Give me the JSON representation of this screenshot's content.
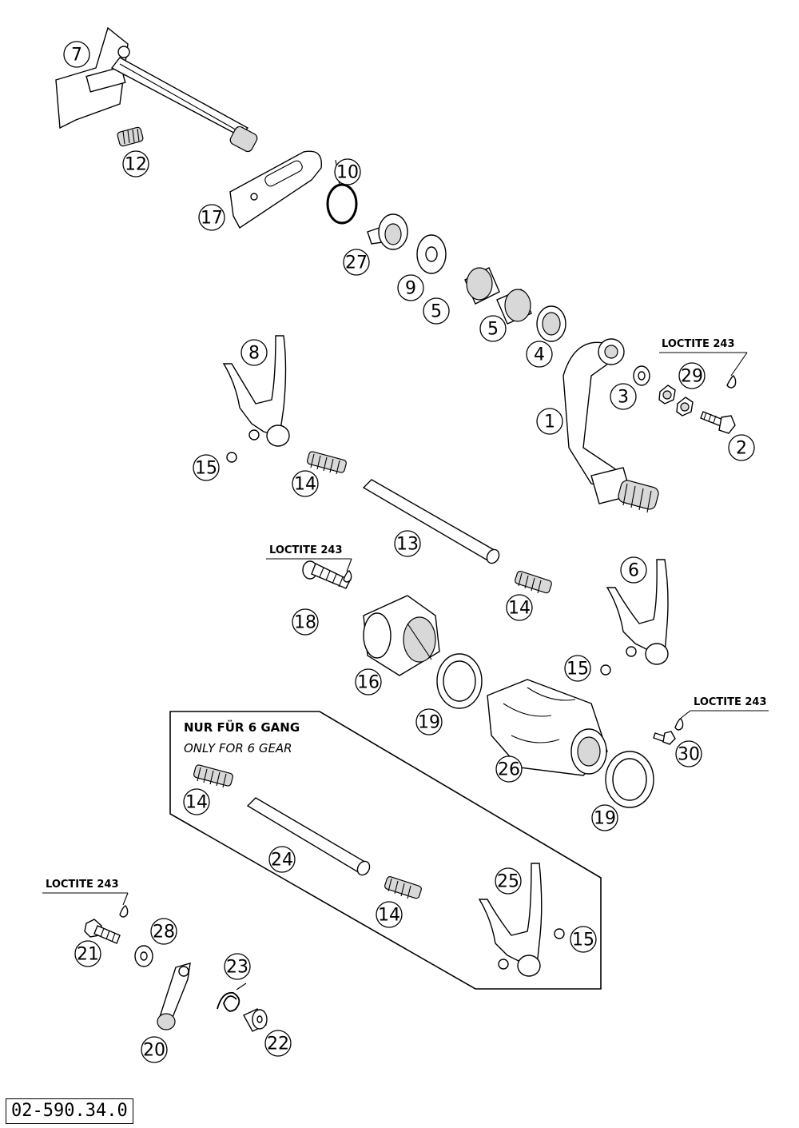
{
  "diagram_ref": "02-590.34.0",
  "six_gear_box": {
    "title": "NUR FÜR 6 GANG",
    "subtitle": "ONLY FOR 6 GEAR"
  },
  "loctite_labels": [
    "LOCTITE 243",
    "LOCTITE 243",
    "LOCTITE 243",
    "LOCTITE 243"
  ],
  "callouts": [
    "7",
    "12",
    "10",
    "17",
    "27",
    "9",
    "5",
    "5",
    "4",
    "8",
    "3",
    "29",
    "1",
    "2",
    "15",
    "14",
    "13",
    "18",
    "6",
    "14",
    "16",
    "15",
    "19",
    "26",
    "30",
    "14",
    "24",
    "19",
    "25",
    "14",
    "15",
    "21",
    "28",
    "23",
    "20",
    "22"
  ]
}
